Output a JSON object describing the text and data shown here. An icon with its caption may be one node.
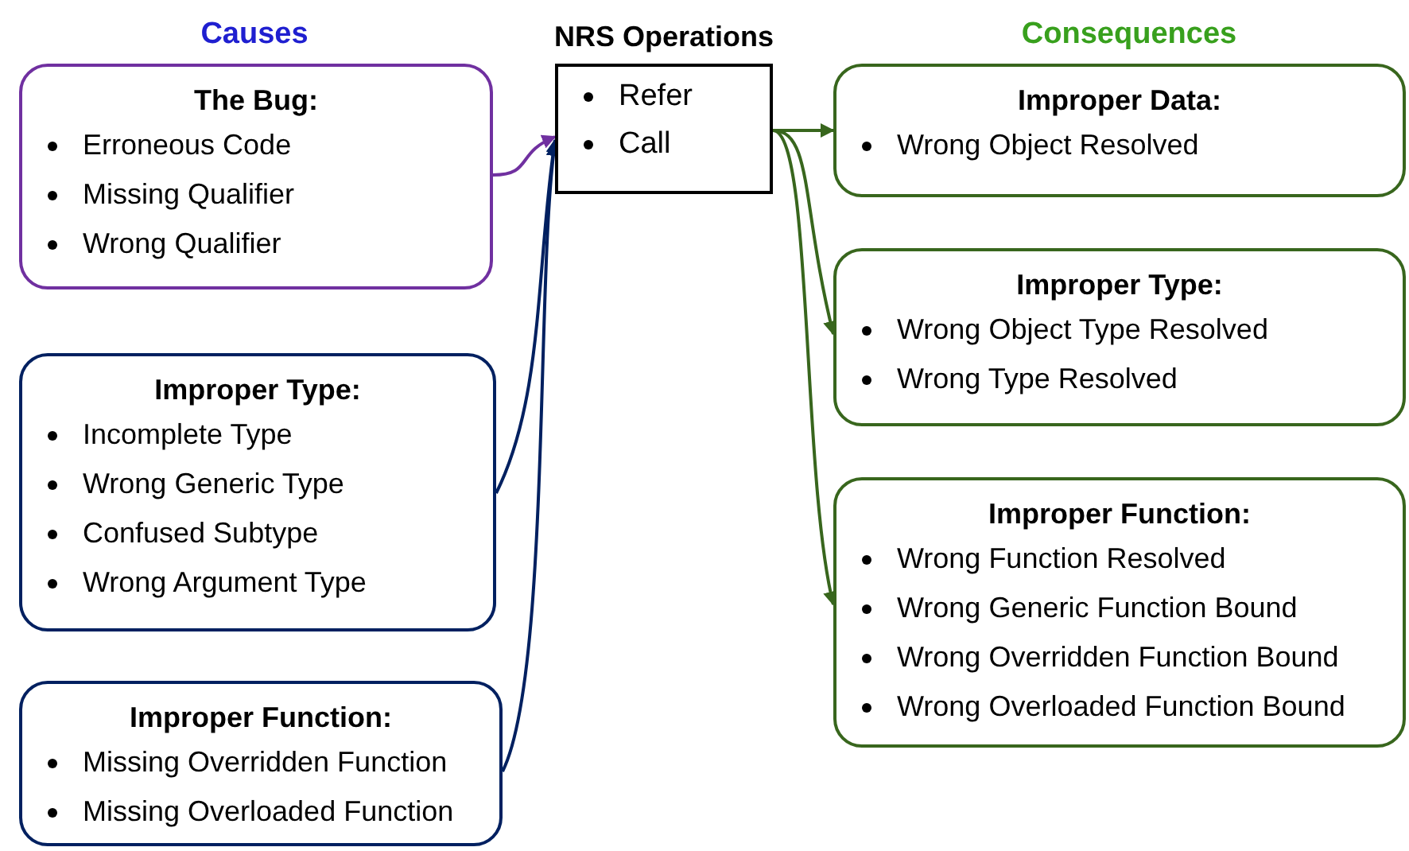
{
  "diagram": {
    "nodes": [
      {
        "text": [
          "The Bug:",
          "Erroneous Code",
          "Missing Qualifier",
          "Wrong Qualifier"
        ]
      },
      {
        "text": [
          "Improper Type:",
          "Incomplete Type",
          "Wrong Generic Type",
          "Confused Subtype",
          "Wrong Argument Type"
        ]
      },
      {
        "text": [
          "Improper Function:",
          "Missing Overridden Function",
          "Missing Overloaded Function"
        ]
      },
      {
        "text": [
          "NRS Operations",
          "Refer",
          "Call"
        ]
      },
      {
        "text": [
          "Improper Data:",
          "Wrong Object Resolved"
        ]
      },
      {
        "text": [
          "Improper Type:",
          "Wrong Object Type Resolved",
          "Wrong Type Resolved"
        ]
      },
      {
        "text": [
          "Improper Function:",
          "Wrong Function Resolved",
          "Wrong Generic Function Bound",
          "Wrong Overridden Function Bound",
          "Wrong Overloaded Function Bound"
        ]
      }
    ],
    "edges": [
      {
        "from": 0,
        "to": 3,
        "arrow": "to",
        "color": "#7030a0"
      },
      {
        "from": 1,
        "to": 3,
        "arrow": "to",
        "color": "#002060"
      },
      {
        "from": 2,
        "to": 3,
        "arrow": "to",
        "color": "#002060"
      },
      {
        "from": 3,
        "to": 4,
        "arrow": "to",
        "color": "#38661d"
      },
      {
        "from": 3,
        "to": 5,
        "arrow": "to",
        "color": "#38661d"
      },
      {
        "from": 3,
        "to": 6,
        "arrow": "to",
        "color": "#38661d"
      }
    ],
    "labels": [
      "Causes",
      "Consequences"
    ]
  }
}
